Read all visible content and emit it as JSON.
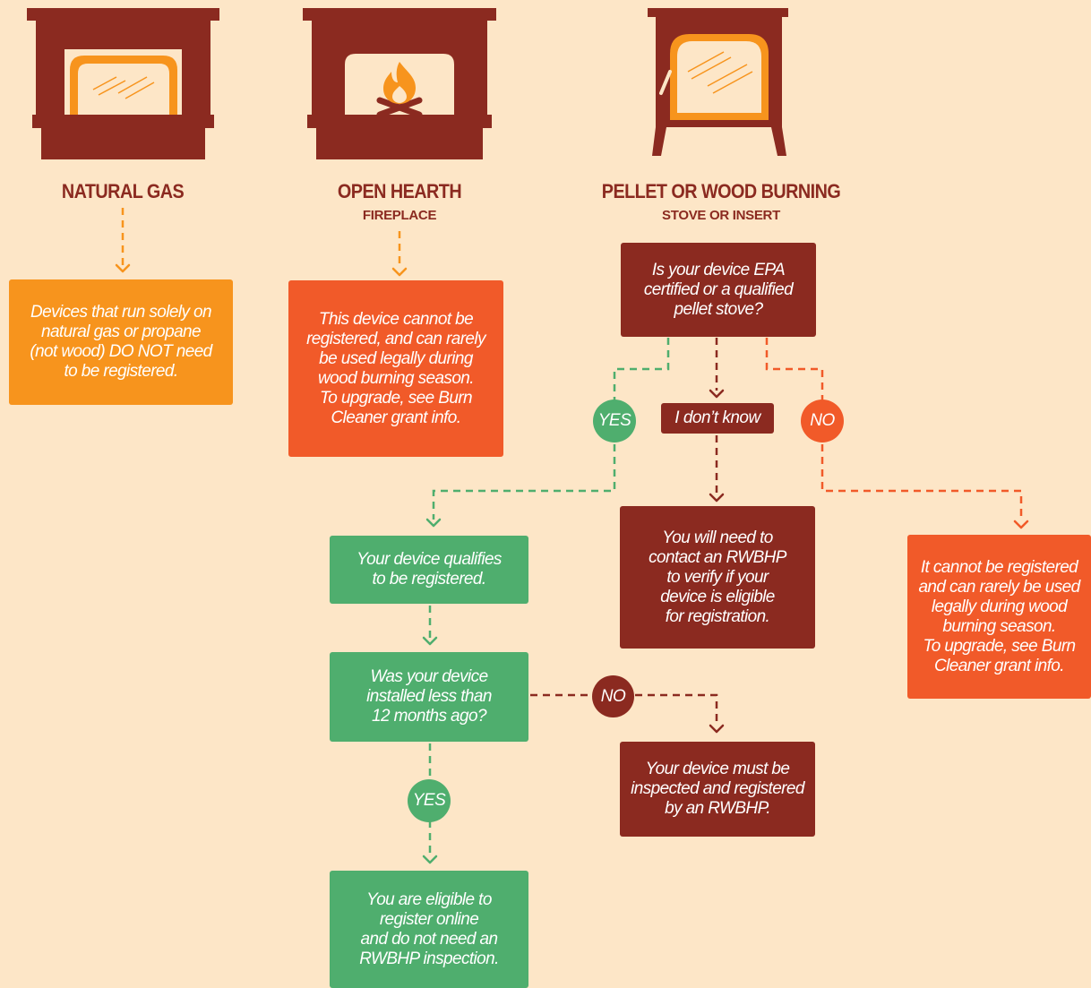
{
  "devices": {
    "natural_gas": {
      "title": "NATURAL GAS"
    },
    "open_hearth": {
      "title": "OPEN HEARTH",
      "subtitle": "FIREPLACE"
    },
    "pellet": {
      "title": "PELLET OR WOOD BURNING",
      "subtitle": "STOVE OR INSERT"
    }
  },
  "boxes": {
    "gas_note": "Devices that run solely on\nnatural gas or propane\n(not wood) DO NOT need\nto be registered.",
    "hearth_note": "This device cannot be\nregistered, and can rarely\nbe used legally during\nwood burning season.\nTo upgrade, see Burn\nCleaner grant info.",
    "epa_question": "Is your device EPA\ncertified or a qualified\npellet stove?",
    "contact_rwbhp": "You will need to\ncontact an RWBHP\nto verify if your\ndevice is eligible\nfor registration.",
    "cannot_register": "It cannot be registered\nand can rarely be used\nlegally during wood\nburning season.\nTo upgrade, see Burn\nCleaner grant info.",
    "qualifies": "Your device qualifies\nto be registered.",
    "installed_question": "Was your device\ninstalled less than\n12 months ago?",
    "must_inspect": "Your device must be\ninspected and registered\nby an RWBHP.",
    "eligible_online": "You are eligible to\nregister online\nand do not need an\nRWBHP inspection."
  },
  "answers": {
    "yes": "YES",
    "no": "NO",
    "dont_know": "I don’t know",
    "no_2": "NO",
    "yes_2": "YES"
  },
  "colors": {
    "background": "#fde6c7",
    "brown": "#8b2a20",
    "orange": "#f7941d",
    "red_orange": "#f15a29",
    "green": "#4fae6e"
  },
  "icons": [
    "gas-fireplace-icon",
    "open-hearth-fireplace-icon",
    "wood-stove-icon"
  ]
}
